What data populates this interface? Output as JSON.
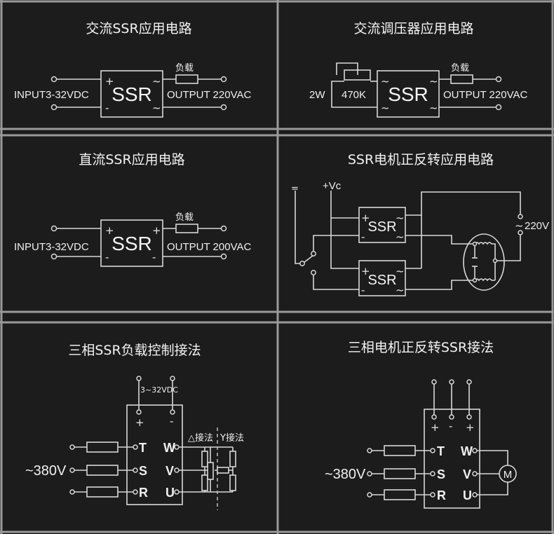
{
  "panels": [
    {
      "id": "ac-ssr",
      "title": "交流SSR应用电路",
      "ssr_label": "SSR",
      "input_label": "INPUT3-32VDC",
      "output_label": "OUTPUT 220VAC",
      "load_label": "负载",
      "pins_left": [
        "+",
        "-"
      ],
      "pins_right": [
        "~",
        "~"
      ]
    },
    {
      "id": "ac-regulator",
      "title": "交流调压器应用电路",
      "ssr_label": "SSR",
      "power_label": "2W",
      "pot_label": "470K",
      "output_label": "OUTPUT 220VAC",
      "load_label": "负载",
      "pins_left": [
        "~",
        "~"
      ],
      "pins_right": [
        "~",
        "~"
      ]
    },
    {
      "id": "dc-ssr",
      "title": "直流SSR应用电路",
      "ssr_label": "SSR",
      "input_label": "INPUT3-32VDC",
      "output_label": "OUTPUT 200VAC",
      "load_label": "负载",
      "pins_left": [
        "+",
        "-"
      ],
      "pins_right": [
        "+",
        "-"
      ]
    },
    {
      "id": "motor-reverse",
      "title": "SSR电机正反转应用电路",
      "ssr_label": "SSR",
      "vc_label": "+Vc",
      "ground_label": "=",
      "ac_label": "220V",
      "ac_symbol": "~",
      "pins_left": [
        "+",
        "-"
      ],
      "pins_right": [
        "~",
        "~"
      ]
    },
    {
      "id": "three-phase-load",
      "title": "三相SSR负载控制接法",
      "supply_label": "3~32VDC",
      "mains_label": "~380V",
      "control_pins": [
        "+",
        "-"
      ],
      "input_pins": [
        "T",
        "S",
        "R"
      ],
      "output_pins": [
        "W",
        "V",
        "U"
      ],
      "delta_label": "△接法",
      "wye_label": "Y接法"
    },
    {
      "id": "three-phase-motor",
      "title": "三相电机正反转SSR接法",
      "mains_label": "~380V",
      "control_pins": [
        "+",
        "-",
        "+"
      ],
      "input_pins": [
        "T",
        "S",
        "R"
      ],
      "output_pins": [
        "W",
        "V",
        "U"
      ],
      "motor_label": "M"
    }
  ]
}
